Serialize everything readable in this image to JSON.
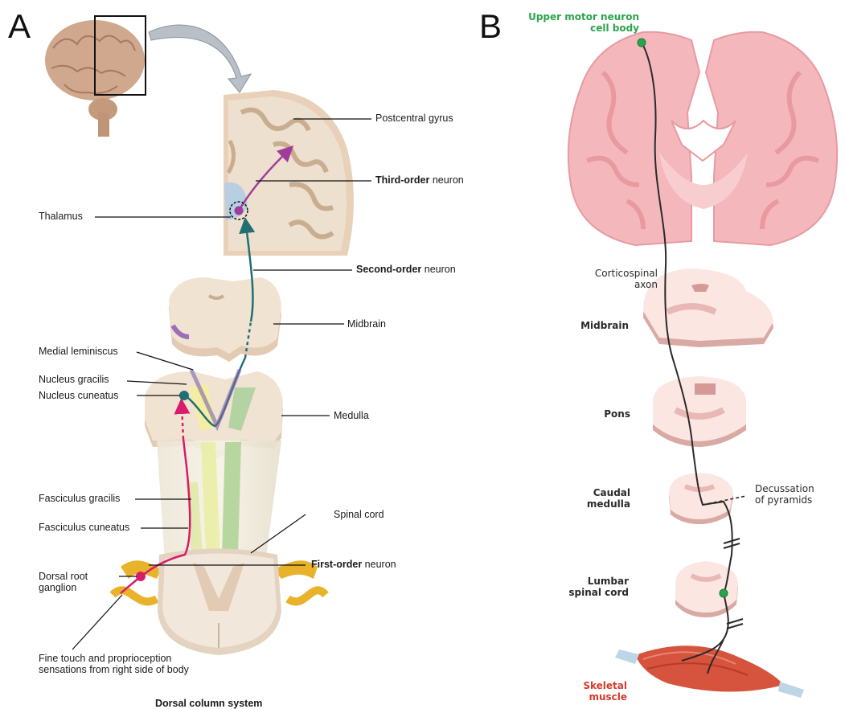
{
  "panels": {
    "a": {
      "letter": "A",
      "labels": {
        "postcentral_gyrus": "Postcentral gyrus",
        "third_order_bold": "Third-order",
        "third_order_rest": " neuron",
        "thalamus": "Thalamus",
        "second_order_bold": "Second-order",
        "second_order_rest": " neuron",
        "midbrain": "Midbrain",
        "medial_lemniscus": "Medial leminiscus",
        "nucleus_gracilis": "Nucleus gracilis",
        "nucleus_cuneatus": "Nucleus cuneatus",
        "medulla": "Medulla",
        "fasciculus_gracilis": "Fasciculus gracilis",
        "fasciculus_cuneatus": "Fasciculus cuneatus",
        "spinal_cord": "Spinal cord",
        "first_order_bold": "First-order",
        "first_order_rest": " neuron",
        "dorsal_root_line1": "Dorsal root",
        "dorsal_root_line2": "ganglion",
        "fine_touch_line1": "Fine touch and proprioception",
        "fine_touch_line2": "sensations from right side of body",
        "caption": "Dorsal column system"
      }
    },
    "b": {
      "letter": "B",
      "labels": {
        "umn_line1": "Upper motor neuron",
        "umn_line2": "cell body",
        "corticospinal_line1": "Corticospinal",
        "corticospinal_line2": "axon",
        "midbrain": "Midbrain",
        "pons": "Pons",
        "caudal_line1": "Caudal",
        "caudal_line2": "medulla",
        "decussation_line1": "Decussation",
        "decussation_line2": "of pyramids",
        "lumbar_line1": "Lumbar",
        "lumbar_line2": "spinal cord",
        "skeletal_line1": "Skeletal",
        "skeletal_line2": "muscle"
      }
    }
  },
  "colors": {
    "third_order": "#a23c9a",
    "second_order": "#1f6f73",
    "first_order": "#d81b6a",
    "umn_green": "#2aa44a",
    "muscle_red": "#d63b2a",
    "brain_pink": "#f4b8bc",
    "tissue_beige": "#f1ddc8"
  }
}
